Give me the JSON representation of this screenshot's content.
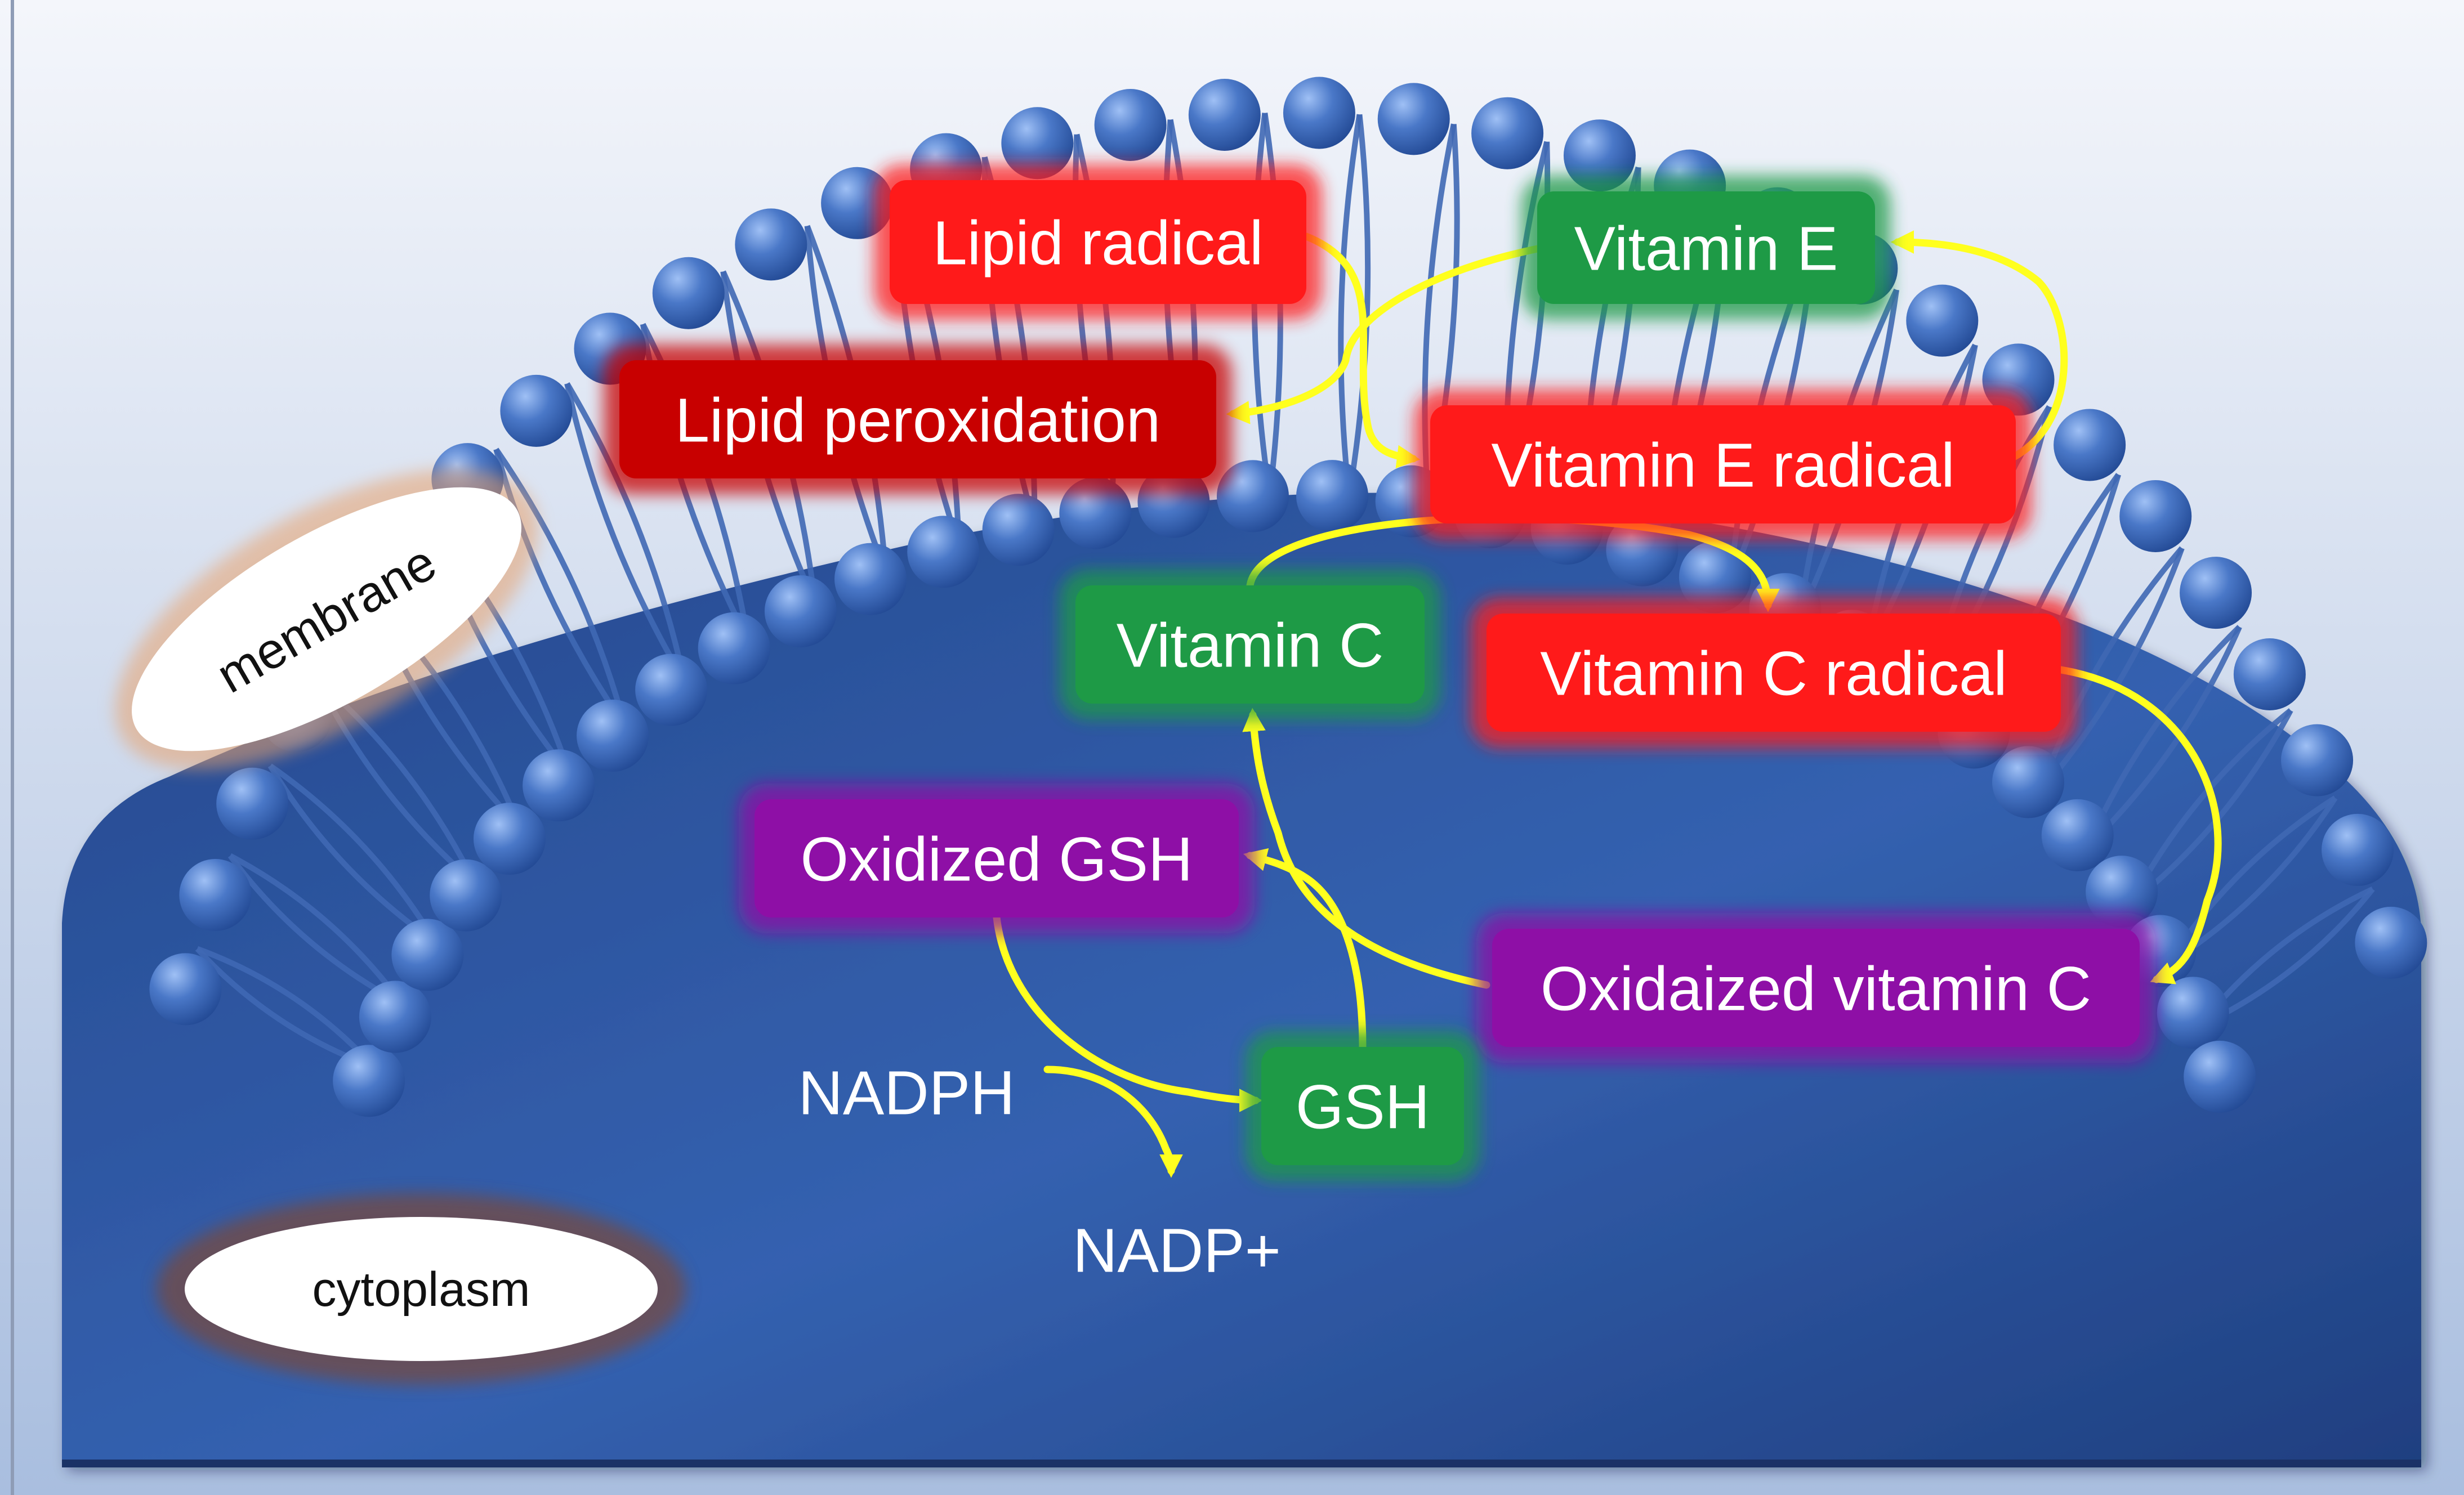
{
  "colors": {
    "background_top": "#f4f6fb",
    "background_bottom": "#a9bedf",
    "cell_body": "#2f569f",
    "cell_body_dark": "#1d3a78",
    "lipid_head": "#4a78c8",
    "lipid_tail": "#3f68b4",
    "arrow": "#ffff1e",
    "radical": "#ff1a1a",
    "peroxidation": "#c80000",
    "antioxidant": "#1e9a46",
    "oxidized": "#8e0fa6",
    "label_text": "#ffffff",
    "tag_text": "#111111",
    "tag_fill": "#ffffff",
    "tag_glow": "#e8a36e",
    "cytoplasm_glow": "#7a4a3a"
  },
  "labels": {
    "membrane": "membrane",
    "cytoplasm": "cytoplasm"
  },
  "nodes": [
    {
      "id": "lipid-radical",
      "label": "Lipid radical",
      "category": "radical"
    },
    {
      "id": "vitamin-e",
      "label": "Vitamin E",
      "category": "antioxidant"
    },
    {
      "id": "lipid-peroxidation",
      "label": "Lipid peroxidation",
      "category": "peroxidation"
    },
    {
      "id": "vitamin-e-radical",
      "label": "Vitamin E radical",
      "category": "radical"
    },
    {
      "id": "vitamin-c",
      "label": "Vitamin C",
      "category": "antioxidant"
    },
    {
      "id": "vitamin-c-radical",
      "label": "Vitamin C radical",
      "category": "radical"
    },
    {
      "id": "oxidized-gsh",
      "label": "Oxidized GSH",
      "category": "oxidized"
    },
    {
      "id": "oxidaized-vitamin-c",
      "label": "Oxidaized vitamin C",
      "category": "oxidized"
    },
    {
      "id": "gsh",
      "label": "GSH",
      "category": "antioxidant"
    },
    {
      "id": "nadph",
      "label": "NADPH",
      "category": "plain"
    },
    {
      "id": "nadp-plus",
      "label": "NADP+",
      "category": "plain"
    }
  ],
  "edges": [
    {
      "from": "lipid-radical",
      "to": "vitamin-e-radical"
    },
    {
      "from": "vitamin-e",
      "to": "lipid-peroxidation"
    },
    {
      "from": "vitamin-e-radical",
      "to": "vitamin-e"
    },
    {
      "from": "vitamin-c",
      "to": "vitamin-c-radical"
    },
    {
      "from": "vitamin-c-radical",
      "to": "oxidaized-vitamin-c"
    },
    {
      "from": "oxidaized-vitamin-c",
      "to": "vitamin-c"
    },
    {
      "from": "gsh",
      "to": "oxidized-gsh"
    },
    {
      "from": "oxidized-gsh",
      "to": "gsh"
    },
    {
      "from": "nadph",
      "to": "nadp-plus"
    }
  ]
}
